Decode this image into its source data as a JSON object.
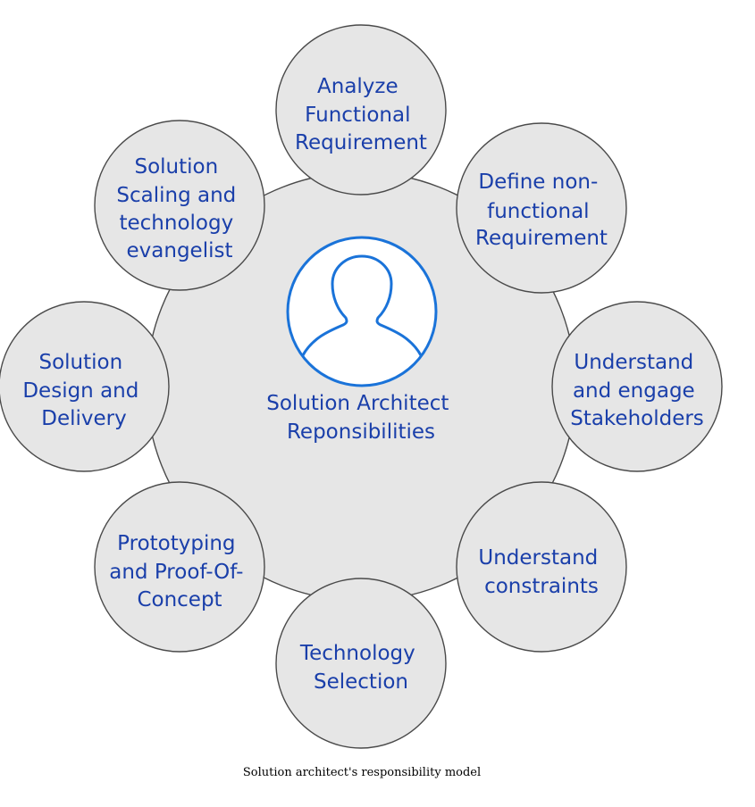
{
  "diagram": {
    "center_label": [
      "Solution Architect",
      "Reponsibilities"
    ],
    "nodes": [
      {
        "id": "analyze-functional-requirement",
        "lines": [
          "Analyze",
          "Functional",
          "Requirement"
        ]
      },
      {
        "id": "define-non-functional-requirement",
        "lines": [
          "Define non-",
          "functional",
          "Requirement"
        ]
      },
      {
        "id": "understand-engage-stakeholders",
        "lines": [
          "Understand",
          "and engage",
          "Stakeholders"
        ]
      },
      {
        "id": "understand-constraints",
        "lines": [
          "Understand",
          "constraints"
        ]
      },
      {
        "id": "technology-selection",
        "lines": [
          "Technology",
          "Selection"
        ]
      },
      {
        "id": "prototyping-proof-of-concept",
        "lines": [
          "Prototyping",
          "and Proof-Of-",
          "Concept"
        ]
      },
      {
        "id": "solution-design-delivery",
        "lines": [
          "Solution",
          "Design and",
          "Delivery"
        ]
      },
      {
        "id": "solution-scaling-evangelist",
        "lines": [
          "Solution",
          "Scaling and",
          "technology",
          "evangelist"
        ]
      }
    ],
    "colors": {
      "circle_fill": "#e6e6e6",
      "circle_stroke": "#4a4a4a",
      "label_text": "#1a3faa",
      "avatar": "#1a73d9"
    },
    "avatar_icon": "person-avatar-icon"
  },
  "caption": "Solution architect's responsibility model"
}
